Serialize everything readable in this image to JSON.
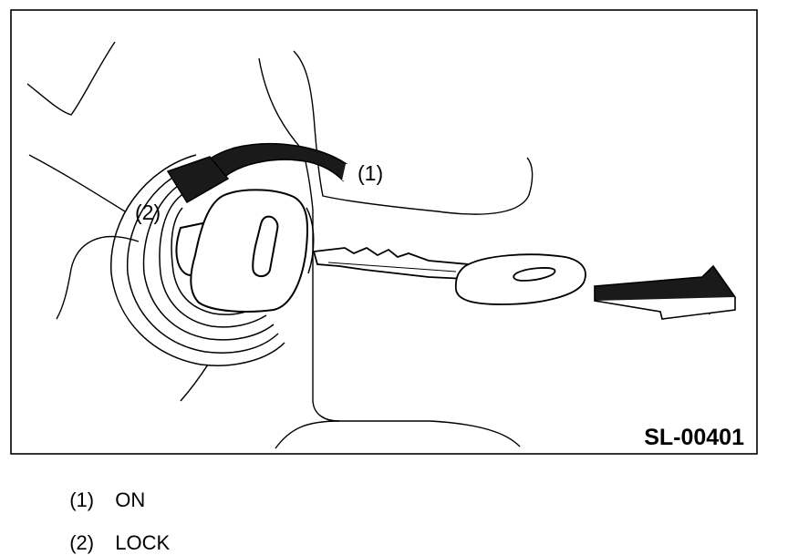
{
  "figure": {
    "id_label": "SL-00401",
    "callouts": [
      {
        "label": "(1)"
      },
      {
        "label": "(2)"
      }
    ]
  },
  "legend": [
    {
      "number": "(1)",
      "text": "ON"
    },
    {
      "number": "(2)",
      "text": "LOCK"
    }
  ],
  "colors": {
    "line": "#000000",
    "background": "#ffffff",
    "arrow_fill": "#1a1a1a"
  }
}
